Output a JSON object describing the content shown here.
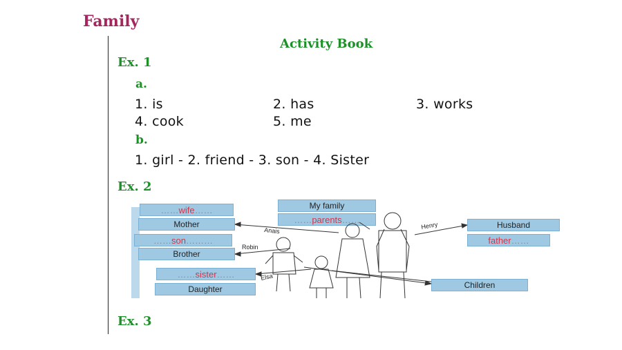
{
  "header": {
    "title": "Family"
  },
  "main": {
    "subtitle": "Activity Book",
    "ex1": {
      "label": "Ex. 1",
      "part_a": {
        "label": "a.",
        "items": [
          "1. is",
          "2. has",
          "3. works",
          "4. cook",
          "5. me"
        ]
      },
      "part_b": {
        "label": "b.",
        "text": "1. girl - 2. friend - 3. son - 4. Sister"
      }
    },
    "ex2": {
      "label": "Ex. 2",
      "figure": {
        "boxes": {
          "wife": "wife",
          "mother": "Mother",
          "son": "son",
          "brother": "Brother",
          "sister": "sister",
          "daughter": "Daughter",
          "my_family": "My family",
          "parents": "parents",
          "husband": "Husband",
          "father": "father",
          "children": "Children"
        },
        "names": [
          "Anais",
          "Robin",
          "Elsa",
          "Henry"
        ]
      }
    },
    "ex3": {
      "label": "Ex. 3"
    }
  },
  "colors": {
    "title": "#a5265e",
    "heading_green": "#1f8f2a",
    "box_fill": "#9fc9e3",
    "answer_red": "#d0364a"
  }
}
